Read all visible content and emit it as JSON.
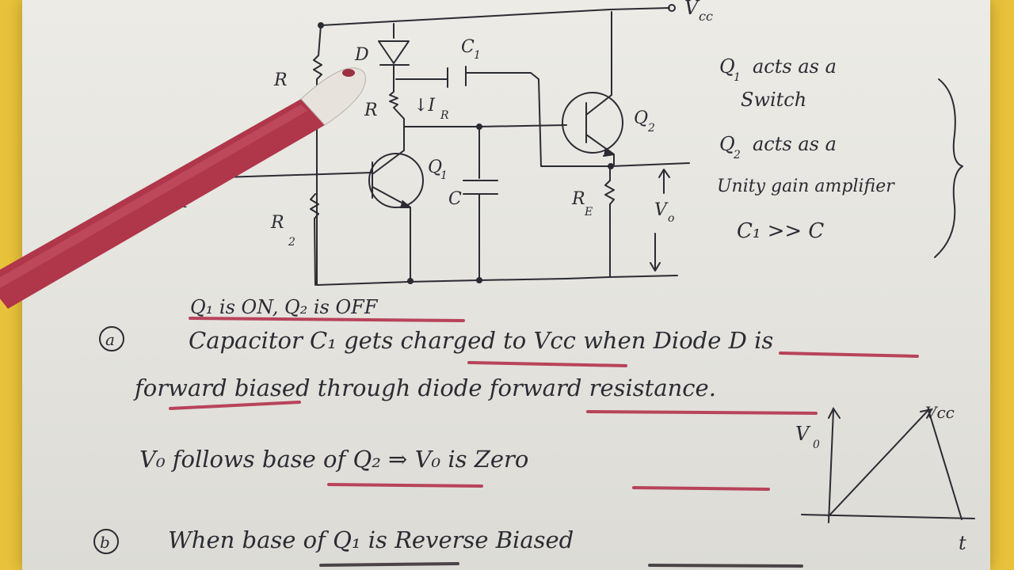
{
  "circuit": {
    "vcc_label": "V",
    "vcc_sub": "cc",
    "d_label": "D",
    "c1_label": "C",
    "c1_sub": "1",
    "r_left_label": "R",
    "r_mid_label": "R",
    "ir_label": "↓I",
    "ir_sub": "R",
    "q1_label": "Q",
    "q1_sub": "1",
    "q2_label": "Q",
    "q2_sub": "2",
    "c_label": "C",
    "r2_label": "R",
    "r2_sub": "2",
    "re_label": "R",
    "re_sub": "E",
    "vo_label": "V",
    "vo_sub": "o",
    "vi_label": "Vi"
  },
  "notes": {
    "line1_prefix": "Q",
    "line1_sub": "1",
    "line1_text": "acts as a",
    "line2": "Switch",
    "line3_prefix": "Q",
    "line3_sub": "2",
    "line3_text": "acts as a",
    "line4": "Unity gain amplifier",
    "line5": "C₁ >> C"
  },
  "body_text": {
    "status": "Q₁ is ON, Q₂ is OFF",
    "a_marker": "a",
    "a_line1": "Capacitor C₁ gets charged to Vcc when Diode D is",
    "a_line2": "forward biased through diode forward resistance.",
    "a_line3": "V₀ follows base of Q₂ ⇒ V₀ is Zero",
    "b_marker": "b",
    "b_line1": "When base of Q₁ is Reverse Biased"
  },
  "graph": {
    "y_label": "V",
    "y_sub": "0",
    "x_label": "t",
    "peak_label": "Vcc"
  },
  "colors": {
    "ink": "#2b2b33",
    "underline": "#b8435a",
    "pen_body": "#b0364a"
  }
}
